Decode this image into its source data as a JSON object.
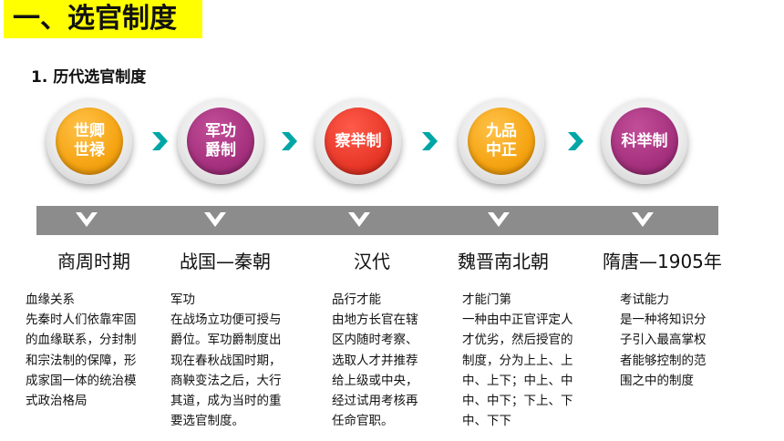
{
  "title": "一、选官制度",
  "subtitle": "1. 历代选官制度",
  "colors": {
    "highlight": "#ffff00",
    "chevron": "#00a6a6",
    "band": "#8c8c8c",
    "orange": "#f5a412",
    "purple": "#a6327f",
    "red": "#e8392a"
  },
  "stages": [
    {
      "circle_line1": "世卿",
      "circle_line2": "世禄",
      "color": "orange",
      "era": "商周时期",
      "desc_title": "血缘关系",
      "desc_lines": [
        "先秦时人们依靠牢固",
        "的血缘联系，分封制",
        "和宗法制的保障，形",
        "成家国一体的统治模",
        "式政治格局"
      ]
    },
    {
      "circle_line1": "军功",
      "circle_line2": "爵制",
      "color": "purple",
      "era": "战国—秦朝",
      "desc_title": "军功",
      "desc_lines": [
        "在战场立功便可授与",
        "爵位。军功爵制度出",
        "现在春秋战国时期，",
        "商鞅变法之后，大行",
        "其道，成为当时的重",
        "要选官制度。"
      ]
    },
    {
      "circle_line1": "察举制",
      "circle_line2": "",
      "color": "red",
      "era": "汉代",
      "desc_title": "品行才能",
      "desc_lines": [
        "由地方长官在辖",
        "区内随时考察、",
        "选取人才并推荐",
        "给上级或中央，",
        "经过试用考核再",
        "任命官职。"
      ]
    },
    {
      "circle_line1": "九品",
      "circle_line2": "中正",
      "color": "orange",
      "era": "魏晋南北朝",
      "desc_title": "才能门第",
      "desc_lines": [
        "一种由中正官评定人",
        "才优劣，然后授官的",
        "制度，分为上上、上",
        "中、上下；中上、中",
        "中、中下；下上、下",
        "中、下下"
      ]
    },
    {
      "circle_line1": "科举制",
      "circle_line2": "",
      "color": "purple",
      "era": "隋唐—1905年",
      "desc_title": "考试能力",
      "desc_lines": [
        "是一种将知识分",
        "子引入最高掌权",
        "者能够控制的范",
        "围之中的制度"
      ]
    }
  ]
}
